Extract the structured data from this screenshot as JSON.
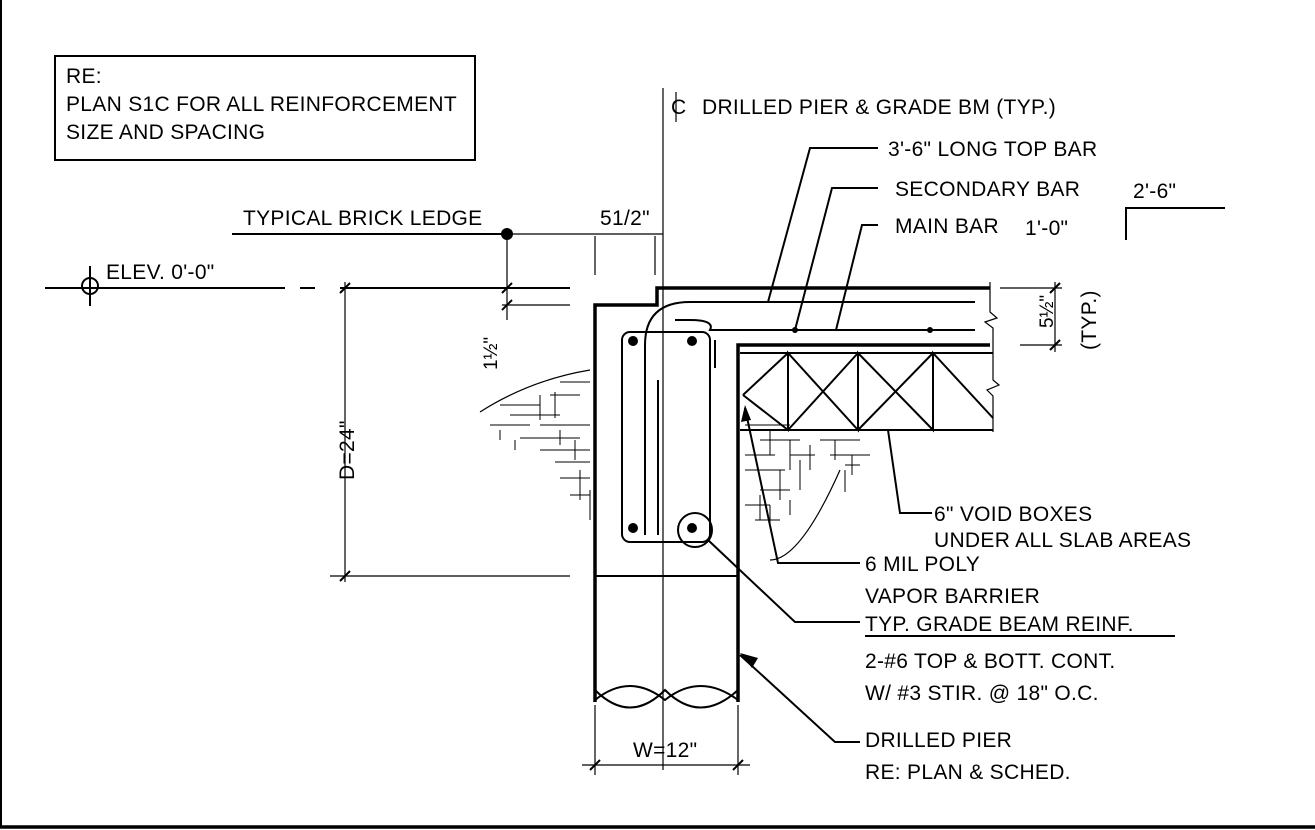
{
  "note_box": {
    "line1": "RE:",
    "line2": "PLAN S1C FOR ALL REINFORCEMENT",
    "line3": "SIZE AND SPACING"
  },
  "labels": {
    "centerline": "DRILLED PIER & GRADE BM (TYP.)",
    "top_bar": "3'-6\" LONG TOP BAR",
    "secondary_bar": "SECONDARY BAR",
    "main_bar": "MAIN BAR",
    "splice_upper": "2'-6\"",
    "splice_lower": "1'-0\"",
    "brick_ledge": "TYPICAL BRICK LEDGE",
    "ledge_dim": "51/2\"",
    "elevation": "ELEV. 0'-0\"",
    "ledge_drop": "1½\"",
    "depth": "D=24\"",
    "slab_thk": "5½\"",
    "slab_typ": "(TYP.)",
    "void_boxes_1": "6\" VOID BOXES",
    "void_boxes_2": "UNDER ALL SLAB AREAS",
    "poly_1": "6 MIL POLY",
    "poly_2": "VAPOR BARRIER",
    "reinf_title": "TYP. GRADE BEAM REINF.",
    "reinf_1": "2-#6 TOP & BOTT. CONT.",
    "reinf_2": "W/ #3 STIR. @ 18\" O.C.",
    "pier_1": "DRILLED PIER",
    "pier_2": "RE: PLAN & SCHED.",
    "width": "W=12\""
  }
}
